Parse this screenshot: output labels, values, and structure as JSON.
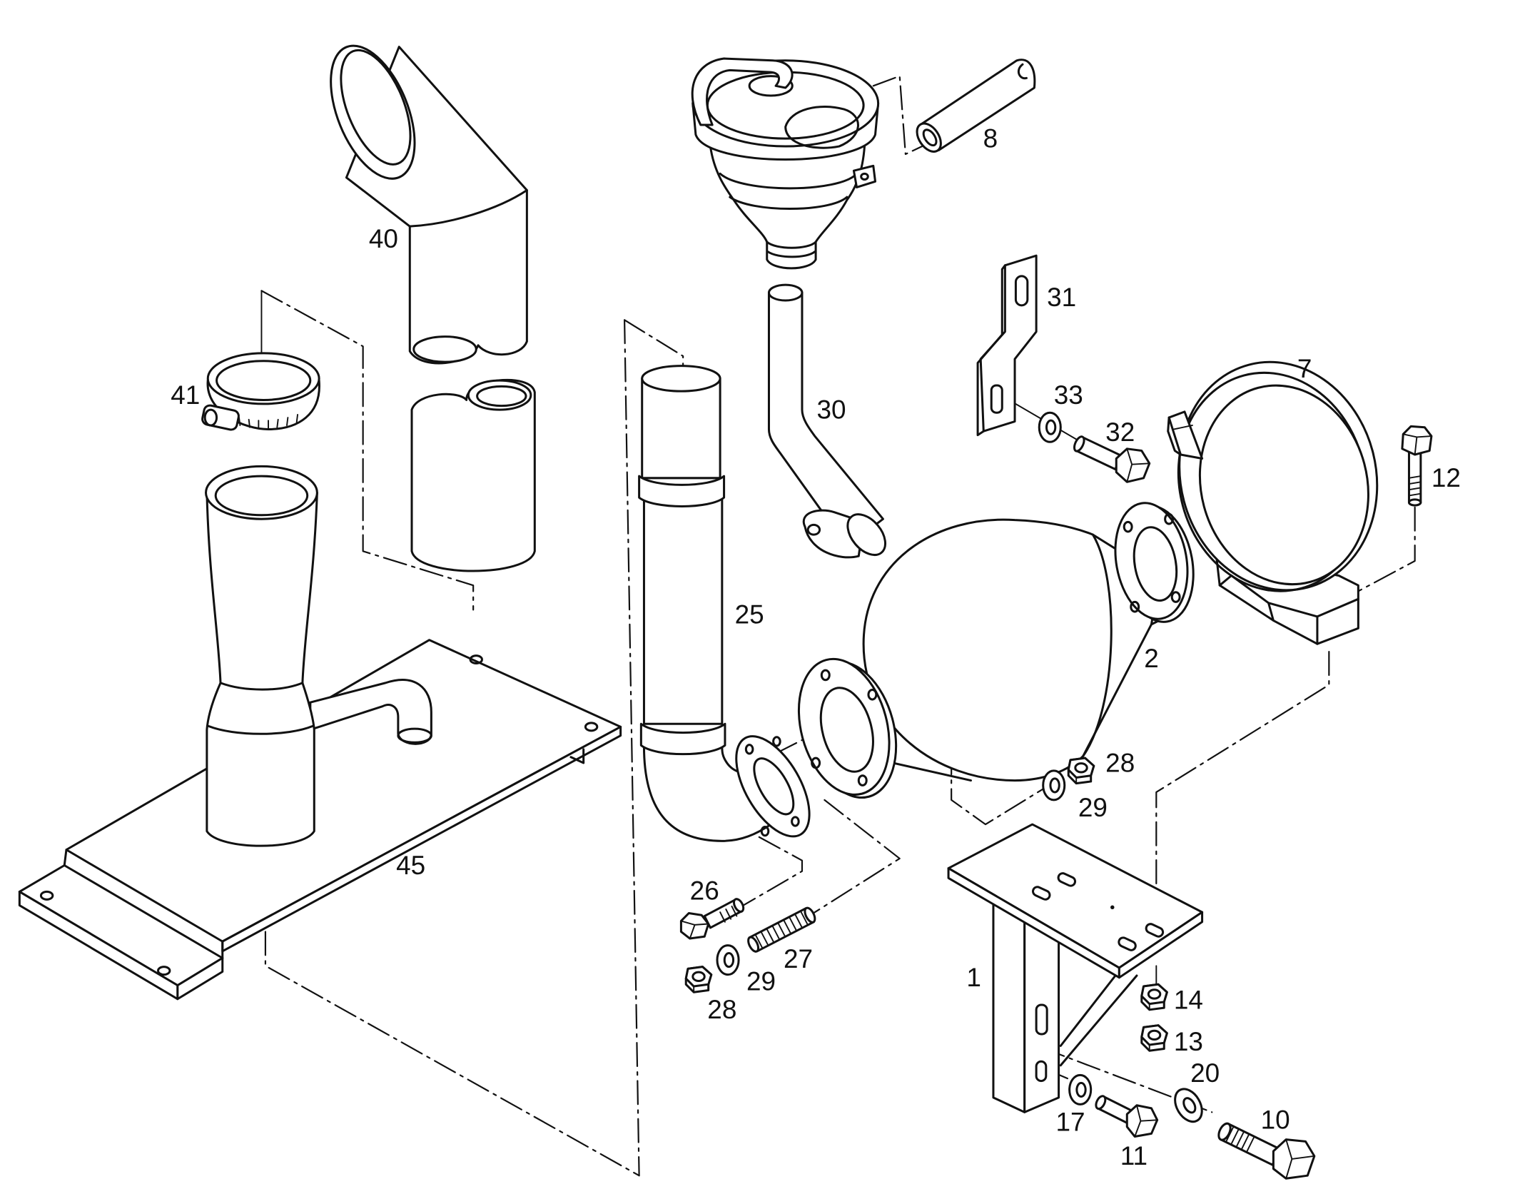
{
  "colors": {
    "ink": "#111111",
    "paper": "#ffffff"
  },
  "labels": {
    "p40": "40",
    "p41": "41",
    "p8": "8",
    "p31": "31",
    "p30": "30",
    "p33": "33",
    "p32": "32",
    "p7": "7",
    "p12": "12",
    "p25": "25",
    "p2": "2",
    "p45": "45",
    "p28a": "28",
    "p29a": "29",
    "p26": "26",
    "p27": "27",
    "p29b": "29",
    "p28b": "28",
    "p1": "1",
    "p14": "14",
    "p13": "13",
    "p20": "20",
    "p10": "10",
    "p17": "17",
    "p11": "11"
  }
}
